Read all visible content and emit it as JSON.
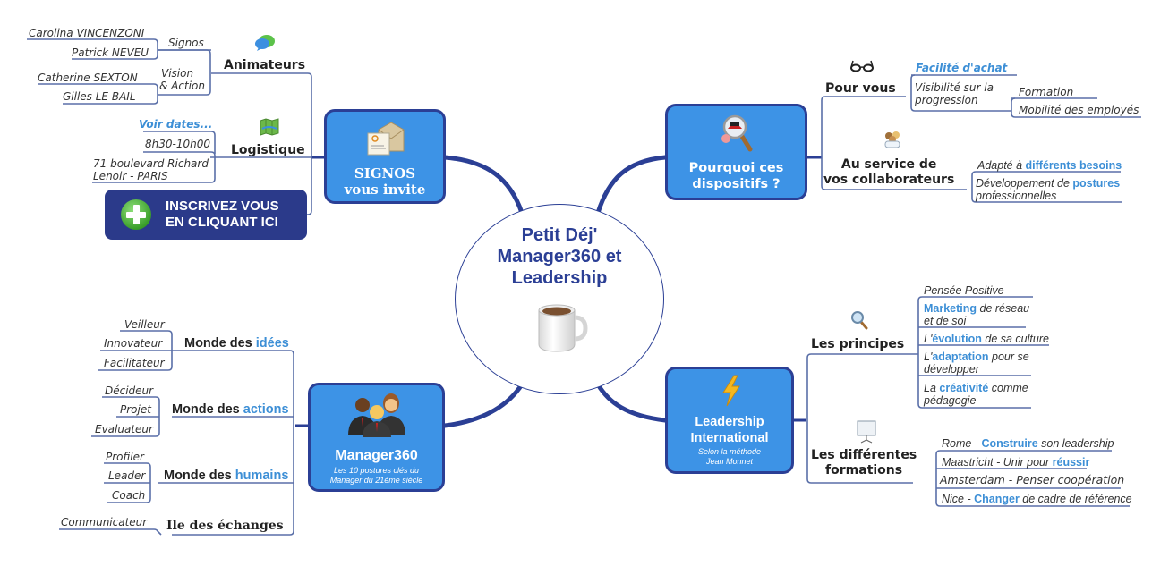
{
  "center": {
    "title_lines": [
      "Petit Déj'",
      "Manager360 et",
      "Leadership"
    ],
    "icon": "coffee-cup-icon"
  },
  "nodes": {
    "signos": {
      "title_lines": [
        "SIGNOS",
        "vous invite"
      ],
      "icon": "invitation-envelope-icon"
    },
    "pourquoi": {
      "title_lines": [
        "Pourquoi ces",
        "dispositifs ?"
      ],
      "icon": "magnifier-inspector-icon"
    },
    "manager360": {
      "title": "Manager360",
      "subtitle_lines": [
        "Les 10 postures clés du",
        "Manager du 21ème siècle"
      ],
      "icon": "business-people-icon"
    },
    "leadership": {
      "title_lines": [
        "Leadership",
        "International"
      ],
      "subtitle_lines": [
        "Selon la méthode",
        "Jean Monnet"
      ],
      "icon": "lightning-icon"
    }
  },
  "signos_branches": {
    "animateurs": {
      "label": "Animateurs",
      "icon": "chat-bubbles-icon",
      "groups": [
        {
          "label": "Signos",
          "people": [
            "Carolina VINCENZONI",
            "Patrick NEVEU"
          ]
        },
        {
          "label_lines": [
            "Vision",
            "& Action"
          ],
          "people": [
            "Catherine SEXTON",
            "Gilles LE BAIL"
          ]
        }
      ]
    },
    "logistique": {
      "label": "Logistique",
      "icon": "map-icon",
      "items": {
        "dates_link": "Voir dates...",
        "time": "8h30-10h00",
        "address_lines": [
          "71 boulevard Richard",
          "Lenoir - PARIS"
        ]
      }
    },
    "cta": {
      "lines": [
        "INSCRIVEZ VOUS",
        "EN CLIQUANT ICI"
      ],
      "icon": "green-plus-icon"
    }
  },
  "pourquoi_branches": {
    "pour_vous": {
      "label": "Pour vous",
      "icon": "glasses-icon",
      "items": {
        "facilite": "Facilité d'achat",
        "visibilite_lines": [
          "Visibilité sur la",
          "progression"
        ],
        "sub_items": [
          "Formation",
          "Mobilité des employés"
        ]
      }
    },
    "collaborateurs": {
      "label_lines": [
        "Au service de",
        "vos collaborateurs"
      ],
      "icon": "team-icon",
      "items": [
        {
          "pre": "Adapté à ",
          "hl": "différents besoins",
          "post": ""
        },
        {
          "pre": "Développement de ",
          "hl": "postures",
          "post": "",
          "line2": "professionnelles"
        }
      ]
    }
  },
  "manager_branches": [
    {
      "pre": "Monde des ",
      "hl": "idées",
      "children": [
        "Veilleur",
        "Innovateur",
        "Facilitateur"
      ]
    },
    {
      "pre": "Monde des ",
      "hl": "actions",
      "children": [
        "Décideur",
        "Projet",
        "Evaluateur"
      ]
    },
    {
      "pre": "Monde des ",
      "hl": "humains",
      "children": [
        "Profiler",
        "Leader",
        "Coach"
      ]
    },
    {
      "pre": "Ile des échanges",
      "hl": "",
      "children": [
        "Communicateur"
      ]
    }
  ],
  "leadership_branches": {
    "principes": {
      "label": "Les principes",
      "icon": "magnifier-icon",
      "items": [
        {
          "pre": "Pensée Positive",
          "hl": "",
          "post": ""
        },
        {
          "pre": "",
          "hl": "Marketing",
          "post": " de réseau",
          "line2": "et de soi"
        },
        {
          "pre": "L'",
          "hl": "évolution",
          "post": " de sa culture"
        },
        {
          "pre": "L'",
          "hl": "adaptation",
          "post": " pour se",
          "line2": "développer"
        },
        {
          "pre": "La ",
          "hl": "créativité",
          "post": " comme",
          "line2": "pédagogie"
        }
      ]
    },
    "formations": {
      "label_lines": [
        "Les différentes",
        "formations"
      ],
      "icon": "presentation-board-icon",
      "items": [
        {
          "pre": "Rome - ",
          "hl": "Construire",
          "post": " son leadership"
        },
        {
          "pre": "Maastricht - Unir pour ",
          "hl": "réussir",
          "post": ""
        },
        {
          "pre": "Amsterdam - Penser coopération",
          "hl": "",
          "post": ""
        },
        {
          "pre": "Nice - ",
          "hl": "Changer",
          "post": " de cadre de référence"
        }
      ]
    }
  },
  "colors": {
    "node_fill": "#3d93e6",
    "node_border": "#2b3f95",
    "connector": "#2b3f95",
    "highlight": "#3d8fd6",
    "leaf_line": "#5a6fa8",
    "cta_fill": "#2b3a8a"
  }
}
